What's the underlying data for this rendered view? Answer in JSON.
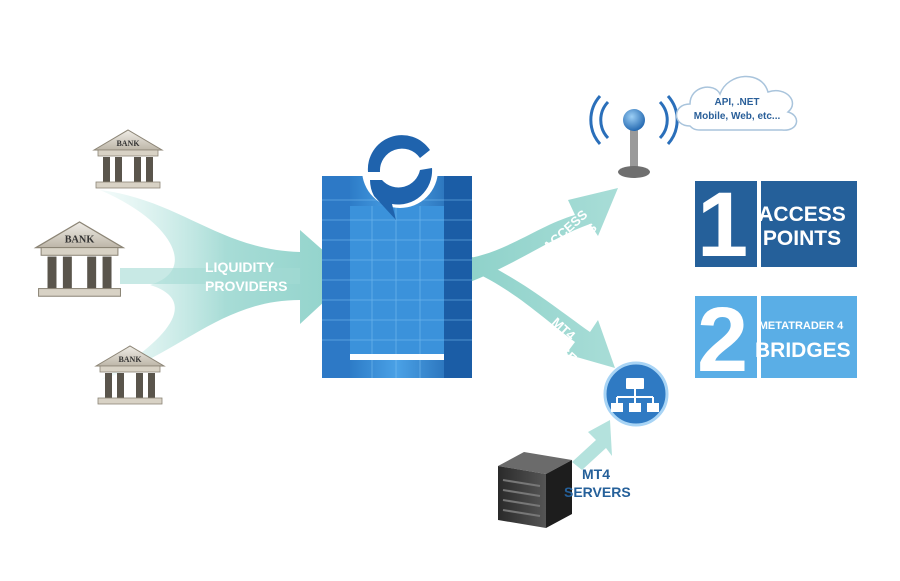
{
  "banks": [
    {
      "label": "BANK"
    },
    {
      "label": "BANK"
    },
    {
      "label": "BANK"
    }
  ],
  "arrows": {
    "liquidity_line1": "LIQUIDITY",
    "liquidity_line2": "PROVIDERS",
    "access_line1": "ACCESS",
    "access_line2": "POINTS",
    "bridge_line1": "MT4",
    "bridge_line2": "BRIDGE"
  },
  "cloud": {
    "line1": "API, .NET",
    "line2": "Mobile, Web, etc..."
  },
  "servers": {
    "line1": "MT4",
    "line2": "SERVERS"
  },
  "boxes": [
    {
      "number": "1",
      "line1": "ACCESS",
      "line2": "POINTS",
      "color": "#25609a"
    },
    {
      "number": "2",
      "line1": "METATRADER 4",
      "line2": "BRIDGES",
      "color": "#5aaee6"
    }
  ],
  "colors": {
    "arrow": "#b4e2dd",
    "arrow_text": "#ffffff",
    "dark_blue": "#25609a",
    "light_blue": "#5aaee6",
    "bank_stone": "#d9d3c7"
  }
}
